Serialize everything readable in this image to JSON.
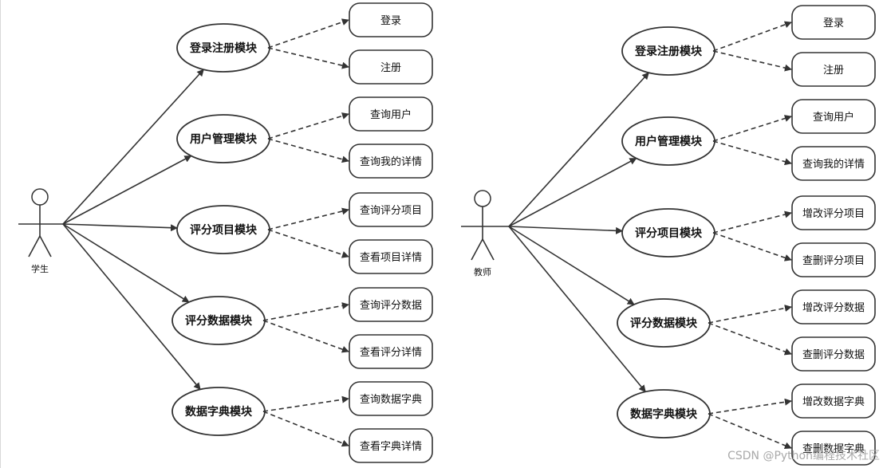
{
  "left_diagram": {
    "actor": "学生",
    "modules": [
      {
        "label": "登录注册模块",
        "cases": [
          "登录",
          "注册"
        ]
      },
      {
        "label": "用户管理模块",
        "cases": [
          "查询用户",
          "查询我的详情"
        ]
      },
      {
        "label": "评分项目模块",
        "cases": [
          "查询评分项目",
          "查看项目详情"
        ]
      },
      {
        "label": "评分数据模块",
        "cases": [
          "查询评分数据",
          "查看评分详情"
        ]
      },
      {
        "label": "数据字典模块",
        "cases": [
          "查询数据字典",
          "查看字典详情"
        ]
      }
    ]
  },
  "right_diagram": {
    "actor": "教师",
    "modules": [
      {
        "label": "登录注册模块",
        "cases": [
          "登录",
          "注册"
        ]
      },
      {
        "label": "用户管理模块",
        "cases": [
          "查询用户",
          "查询我的详情"
        ]
      },
      {
        "label": "评分项目模块",
        "cases": [
          "增改评分项目",
          "查删评分项目"
        ]
      },
      {
        "label": "评分数据模块",
        "cases": [
          "增改评分数据",
          "查删评分数据"
        ]
      },
      {
        "label": "数据字典模块",
        "cases": [
          "增改数据字典",
          "查删数据字典"
        ]
      }
    ]
  },
  "watermark": "CSDN @Python编程技术社区",
  "colors": {
    "line": "#333333",
    "fill": "#ffffff",
    "text": "#111111"
  }
}
